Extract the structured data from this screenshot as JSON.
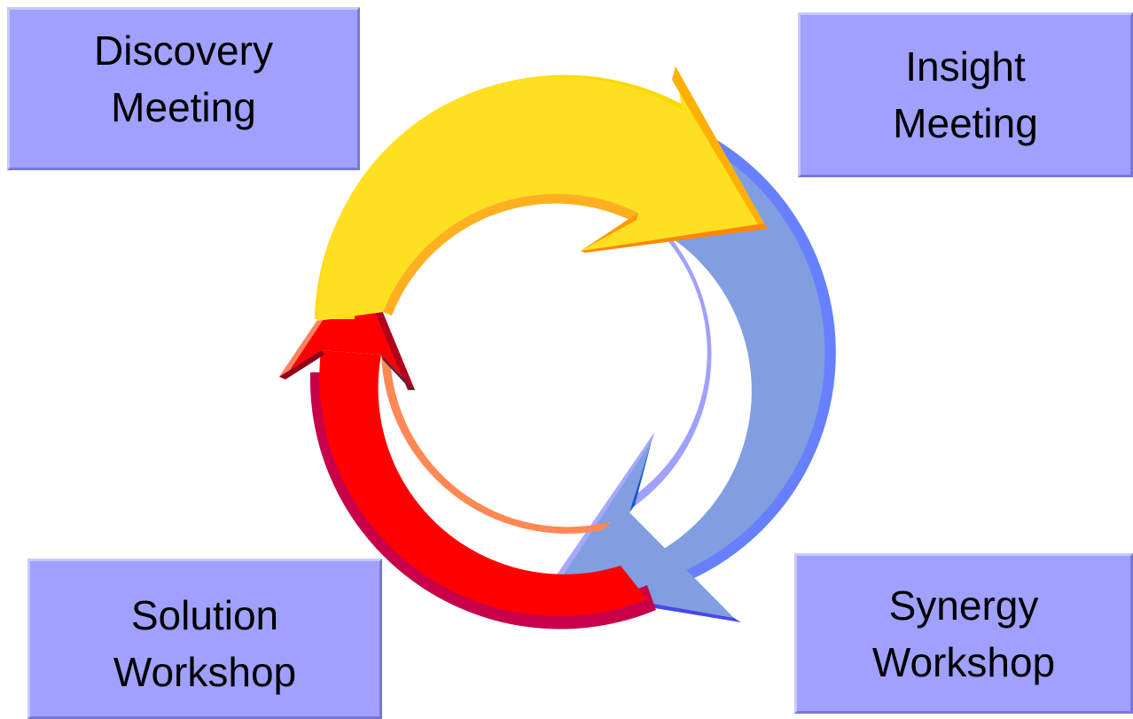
{
  "stages": [
    {
      "id": "discovery",
      "line1": "Discovery",
      "line2": "Meeting"
    },
    {
      "id": "insight",
      "line1": "Insight",
      "line2": "Meeting"
    },
    {
      "id": "synergy",
      "line1": "Synergy",
      "line2": "Workshop"
    },
    {
      "id": "solution",
      "line1": "Solution",
      "line2": "Workshop"
    }
  ],
  "colors": {
    "box_fill": "#a0a0ff",
    "arrow_yellow": "#ffe020",
    "arrow_blue": "#809ee0",
    "arrow_red": "#ff0000"
  }
}
